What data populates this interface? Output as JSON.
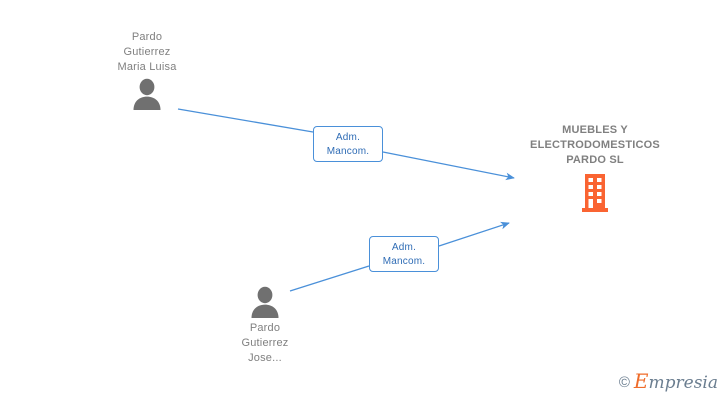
{
  "diagram": {
    "title": "Company relationship chart",
    "colors": {
      "person": "#707070",
      "company": "#fa6432",
      "edge": "#4a90d9",
      "label_text": "#808080",
      "relation_text": "#2f6cb5"
    },
    "nodes": {
      "person_top": {
        "name": "Pardo\nGutierrez\nMaria Luisa",
        "icon": "person-icon"
      },
      "person_bottom": {
        "name": "Pardo\nGutierrez\nJose...",
        "icon": "person-icon"
      },
      "company": {
        "name": "MUEBLES Y\nELECTRODOMESTICOS\nPARDO SL",
        "icon": "building-icon"
      }
    },
    "edges": [
      {
        "from": "person_top",
        "to": "company",
        "label": "Adm.\nMancom."
      },
      {
        "from": "person_bottom",
        "to": "company",
        "label": "Adm.\nMancom."
      }
    ]
  },
  "watermark": {
    "copyright": "©",
    "brand_initial": "E",
    "brand_rest": "mpresia"
  }
}
